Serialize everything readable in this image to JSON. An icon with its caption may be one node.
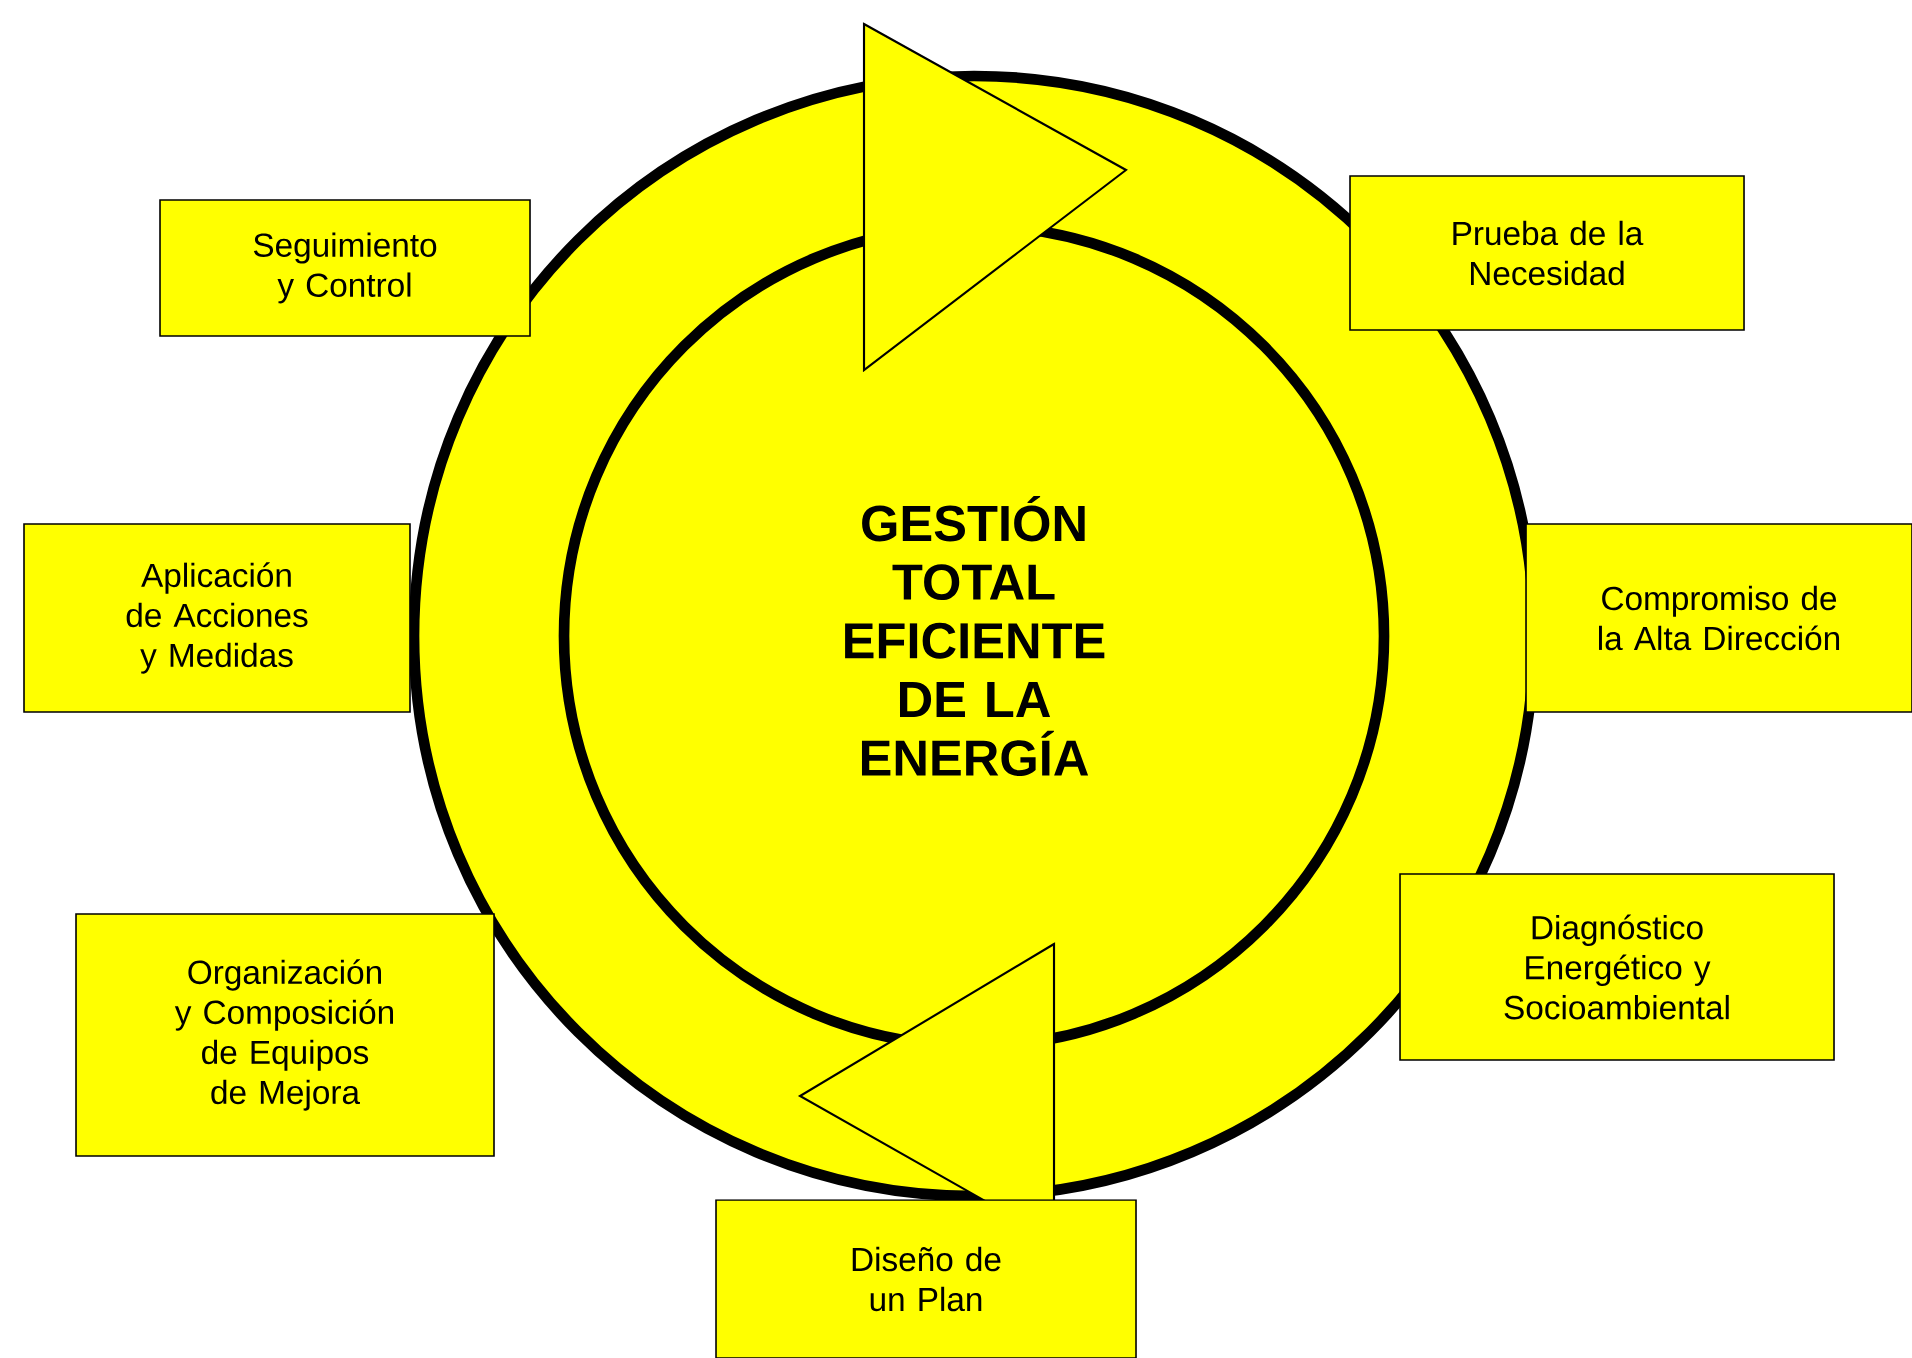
{
  "diagram": {
    "nodes": [
      {
        "text": [
          "GESTIÓN TOTAL EFICIENTE DE LA ENERGÍA"
        ]
      },
      {
        "text": [
          "Seguimiento y Control"
        ]
      },
      {
        "text": [
          "Prueba de la Necesidad"
        ]
      },
      {
        "text": [
          "Aplicación de Acciones y Medidas"
        ]
      },
      {
        "text": [
          "Compromiso de la Alta Dirección"
        ]
      },
      {
        "text": [
          "Organización y Composición de Equipos de Mejora"
        ]
      },
      {
        "text": [
          "Diagnóstico Energético y Socioambiental"
        ]
      },
      {
        "text": [
          "Diseño de un Plan"
        ]
      }
    ]
  }
}
